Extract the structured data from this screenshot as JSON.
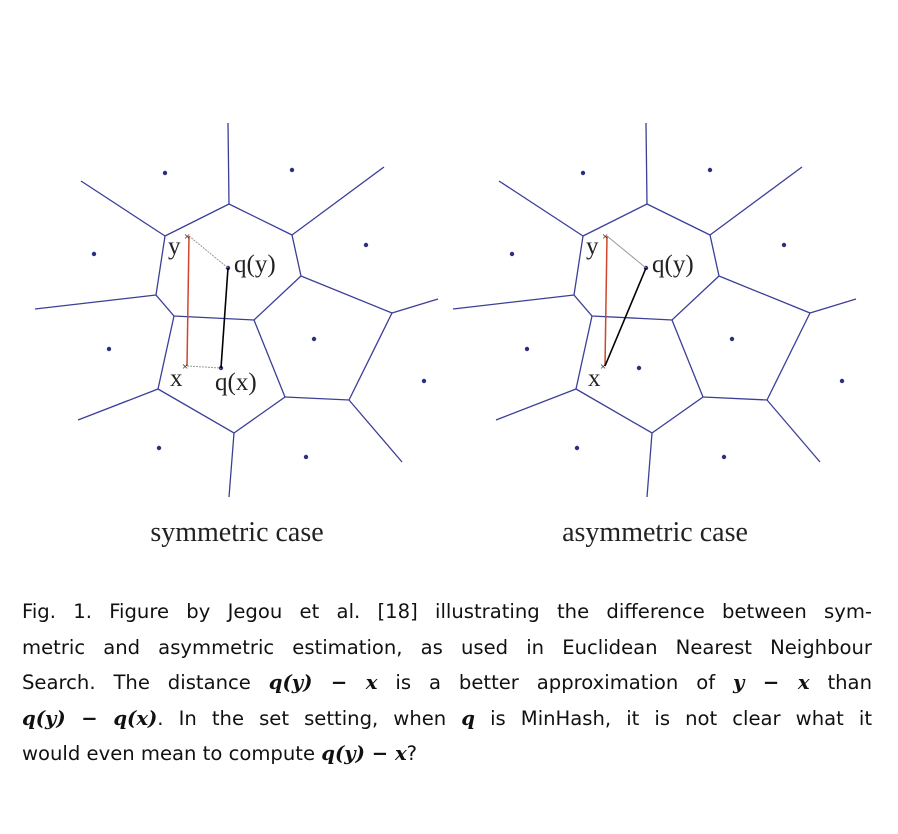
{
  "figure": {
    "left_panel": {
      "caption": "symmetric case",
      "labels": {
        "y": "y",
        "qy": "q(y)",
        "x": "x",
        "qx": "q(x)"
      }
    },
    "right_panel": {
      "caption": "asymmetric case",
      "labels": {
        "y": "y",
        "qy": "q(y)",
        "x": "x"
      }
    },
    "colors": {
      "voronoi": "#3b3f98",
      "true_distance": "#d0452c",
      "estimate": "#000000",
      "quantization": "#999999"
    }
  },
  "caption": {
    "line1": "Fig. 1.  Figure by Jegou et al. [18] illustrating the difference between sym-",
    "line2": "metric and asymmetric estimation, as used in Euclidean Nearest Neighbour",
    "line3a": "Search. The distance ",
    "line3m1": "q(y) − x",
    "line3b": " is a better approximation of ",
    "line3m2": "y − x",
    "line3c": " than",
    "line4m1": "q(y) − q(x)",
    "line4a": ". In the set setting, when ",
    "line4m2": "q",
    "line4b": " is MinHash, it is not clear what it",
    "line5a": "would even mean to compute ",
    "line5m": "q(y) − x",
    "line5b": "?"
  }
}
